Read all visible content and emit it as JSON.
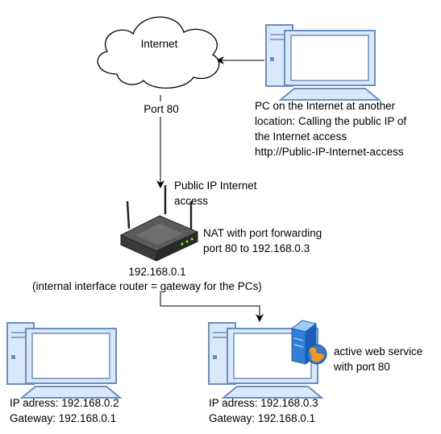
{
  "internet": {
    "label": "Internet"
  },
  "link": {
    "port_label": "Port 80"
  },
  "remote_pc": {
    "caption": "PC on the Internet at another\nlocation: Calling the public IP of\nthe Internet access\nhttp://Public-IP-Internet-access"
  },
  "router": {
    "public_ip_label": "Public IP Internet\naccess",
    "nat_label": "NAT with port forwarding\nport 80 to 192.168.0.3",
    "internal_ip": "192.168.0.1",
    "internal_note": "(internal interface router = gateway for the PCs)"
  },
  "pc_left": {
    "ip_line": "IP adress: 192.168.0.2",
    "gateway_line": "Gateway: 192.168.0.1"
  },
  "pc_right": {
    "ip_line": "IP adress:  192.168.0.3",
    "gateway_line": "Gateway: 192.168.0.1"
  },
  "web_service": {
    "label": "active web service\nwith port 80"
  },
  "colors": {
    "pc_frame": "#6c8ebf",
    "pc_fill": "#dae8fc",
    "pc_screen": "#ffffff",
    "line": "#000000"
  }
}
